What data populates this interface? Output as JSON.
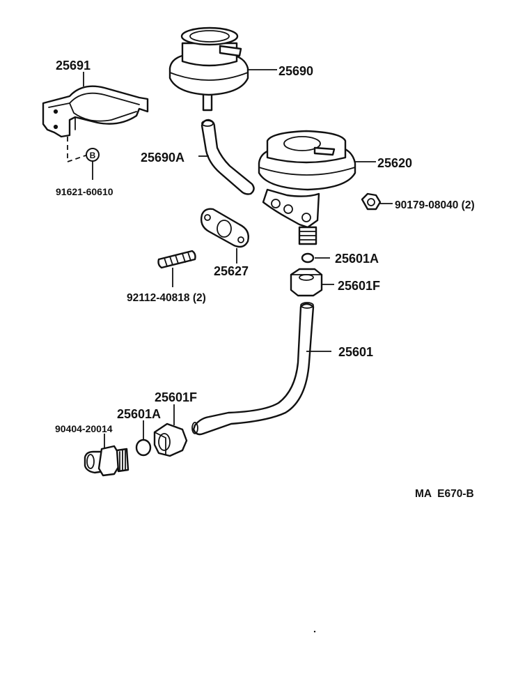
{
  "diagram": {
    "code": "MA  E670-B",
    "labels": {
      "p25691": "25691",
      "p25690": "25690",
      "p91621": "91621-60610",
      "circle_b": "B",
      "p25690A": "25690A",
      "p25620": "25620",
      "p90179": "90179-08040 (2)",
      "p25627": "25627",
      "p92112": "92112-40818 (2)",
      "p25601A_upper": "25601A",
      "p25601F_upper": "25601F",
      "p25601": "25601",
      "p25601F_lower": "25601F",
      "p25601A_lower": "25601A",
      "p90404": "90404-20014"
    }
  }
}
